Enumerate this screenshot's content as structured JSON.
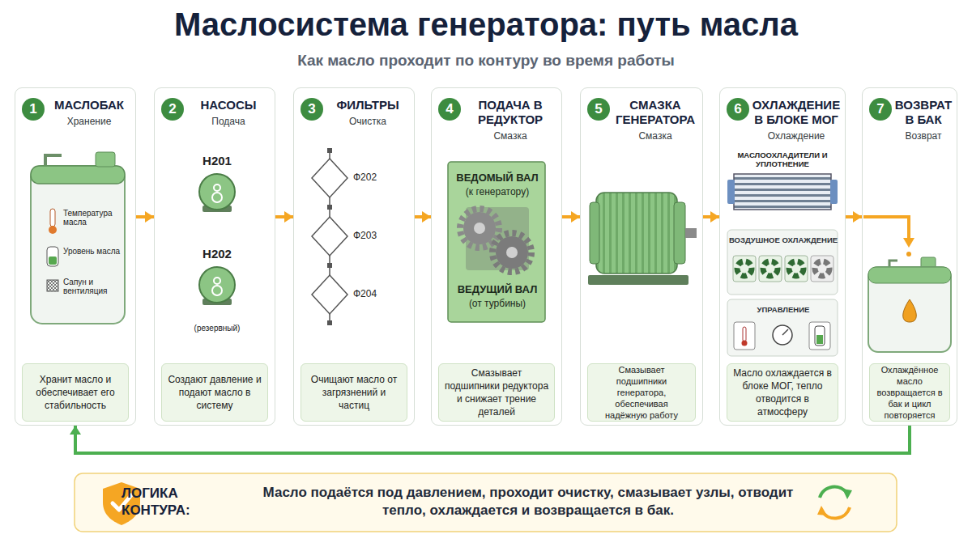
{
  "diagram": {
    "title": "Маслосистема генератора: путь масла",
    "caption": "Как масло проходит по контуру во время работы",
    "nodes": [
      {
        "text": [
          "МАСЛОБАК",
          "Хранение"
        ]
      },
      {
        "text": [
          "1"
        ],
        "in": 0
      },
      {
        "text": [
          "Хранит масло и обеспечивает его стабильность"
        ],
        "in": 0
      },
      {
        "text": [
          "НАСОСЫ",
          "Подача"
        ]
      },
      {
        "text": [
          "2"
        ],
        "in": 3
      },
      {
        "text": [
          "Создают давление и подают масло в систему"
        ],
        "in": 3
      },
      {
        "text": [
          "ФИЛЬТРЫ",
          "Очистка"
        ]
      },
      {
        "text": [
          "3"
        ],
        "in": 6
      },
      {
        "text": [
          "Очищают масло от загрязнений и частиц"
        ],
        "in": 6
      },
      {
        "text": [
          "ПОДАЧА В РЕДУКТОР",
          "Смазка"
        ]
      },
      {
        "text": [
          "4"
        ],
        "in": 9
      },
      {
        "text": [
          "ВЕДОМЫЙ ВАЛ",
          "(к генератору)",
          "ВЕДУЩИЙ ВАЛ",
          "(от турбины)"
        ],
        "in": 9
      },
      {
        "text": [
          "Смазывает подшипники редуктора и снижает трение деталей"
        ],
        "in": 9
      },
      {
        "text": [
          "СМАЗКА ГЕНЕРАТОРА",
          "Смазка"
        ]
      },
      {
        "text": [
          "5"
        ],
        "in": 13
      },
      {
        "text": [
          "Смазывает подшипники генератора, обеспечивая надёжную работу"
        ],
        "in": 13
      },
      {
        "text": [
          "ОХЛАЖДЕНИЕ В БЛОКЕ МОГ",
          "Охлаждение"
        ]
      },
      {
        "text": [
          "6"
        ],
        "in": 16
      },
      {
        "text": [
          "ВОЗДУШНОЕ ОХЛАЖДЕНИЕ"
        ],
        "in": 16
      },
      {
        "text": [
          "УПРАВЛЕНИЕ"
        ],
        "in": 16
      },
      {
        "text": [
          "Масло охлаждается в блоке МОГ, тепло отводится в атмосферу"
        ],
        "in": 16
      },
      {
        "text": [
          "ВОЗВРАТ В БАК",
          "Возврат"
        ]
      },
      {
        "text": [
          "7"
        ],
        "in": 21
      },
      {
        "text": [
          "Охлаждённое масло возвращается в бак и цикл повторяется"
        ],
        "in": 21
      },
      {
        "text": [
          "ЛОГИКА КОНТУРА:",
          "Масло подаётся под давлением, проходит очистку, смазывает узлы, отводит тепло, охлаждается и возвращается в бак."
        ]
      }
    ],
    "edges": [
      {
        "from": 0,
        "to": 3,
        "arrow": "to"
      },
      {
        "from": 3,
        "to": 6,
        "arrow": "to"
      },
      {
        "from": 6,
        "to": 9,
        "arrow": "to"
      },
      {
        "from": 9,
        "to": 13,
        "arrow": "to"
      },
      {
        "from": 13,
        "to": 16,
        "arrow": "to"
      },
      {
        "from": 16,
        "to": 21,
        "arrow": "to"
      },
      {
        "from": 21,
        "to": 0,
        "arrow": "to"
      }
    ],
    "labels": [
      "Температура масла",
      "Уровень масла",
      "Сапун и вентиляция",
      "Н201",
      "Н202",
      "(резервный)",
      "Ф202",
      "Ф203",
      "Ф204",
      "МАСЛООХЛАДИТЕЛИ И УПЛОТНЕНИЕ"
    ]
  }
}
